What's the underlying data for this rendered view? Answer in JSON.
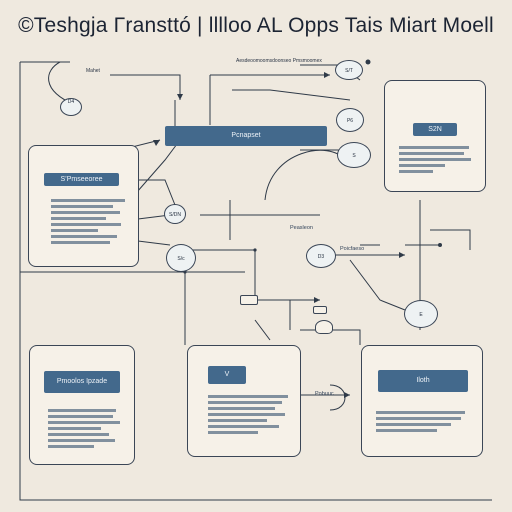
{
  "title": "©Teshgja Γransttó | lllloo AL Opps Tais Miart Moell",
  "labels": {
    "top_left_tag": "Mahet",
    "top_mid_tag": "Aesdeoomoomsdoonseo Pmsmoomex",
    "center_banner": "Pcnapset",
    "left_card_pill": "S’Pmseeoree",
    "right_top_pill": "S2N",
    "mid_node_label": "Peasleon",
    "mid_right_label": "Poicfaeso",
    "bottom_left_pill": "Pmoolos Ipzade",
    "bottom_mid_pill": "V",
    "bottom_mid_tag": "Pobuuc",
    "bottom_right_pill": "Iloth"
  },
  "nodes": [
    {
      "label": "D4"
    },
    {
      "label": "S/T"
    },
    {
      "label": "P6"
    },
    {
      "label": "S"
    },
    {
      "label": "S/DN"
    },
    {
      "label": "S/c"
    },
    {
      "label": "D3"
    },
    {
      "label": "E"
    }
  ]
}
